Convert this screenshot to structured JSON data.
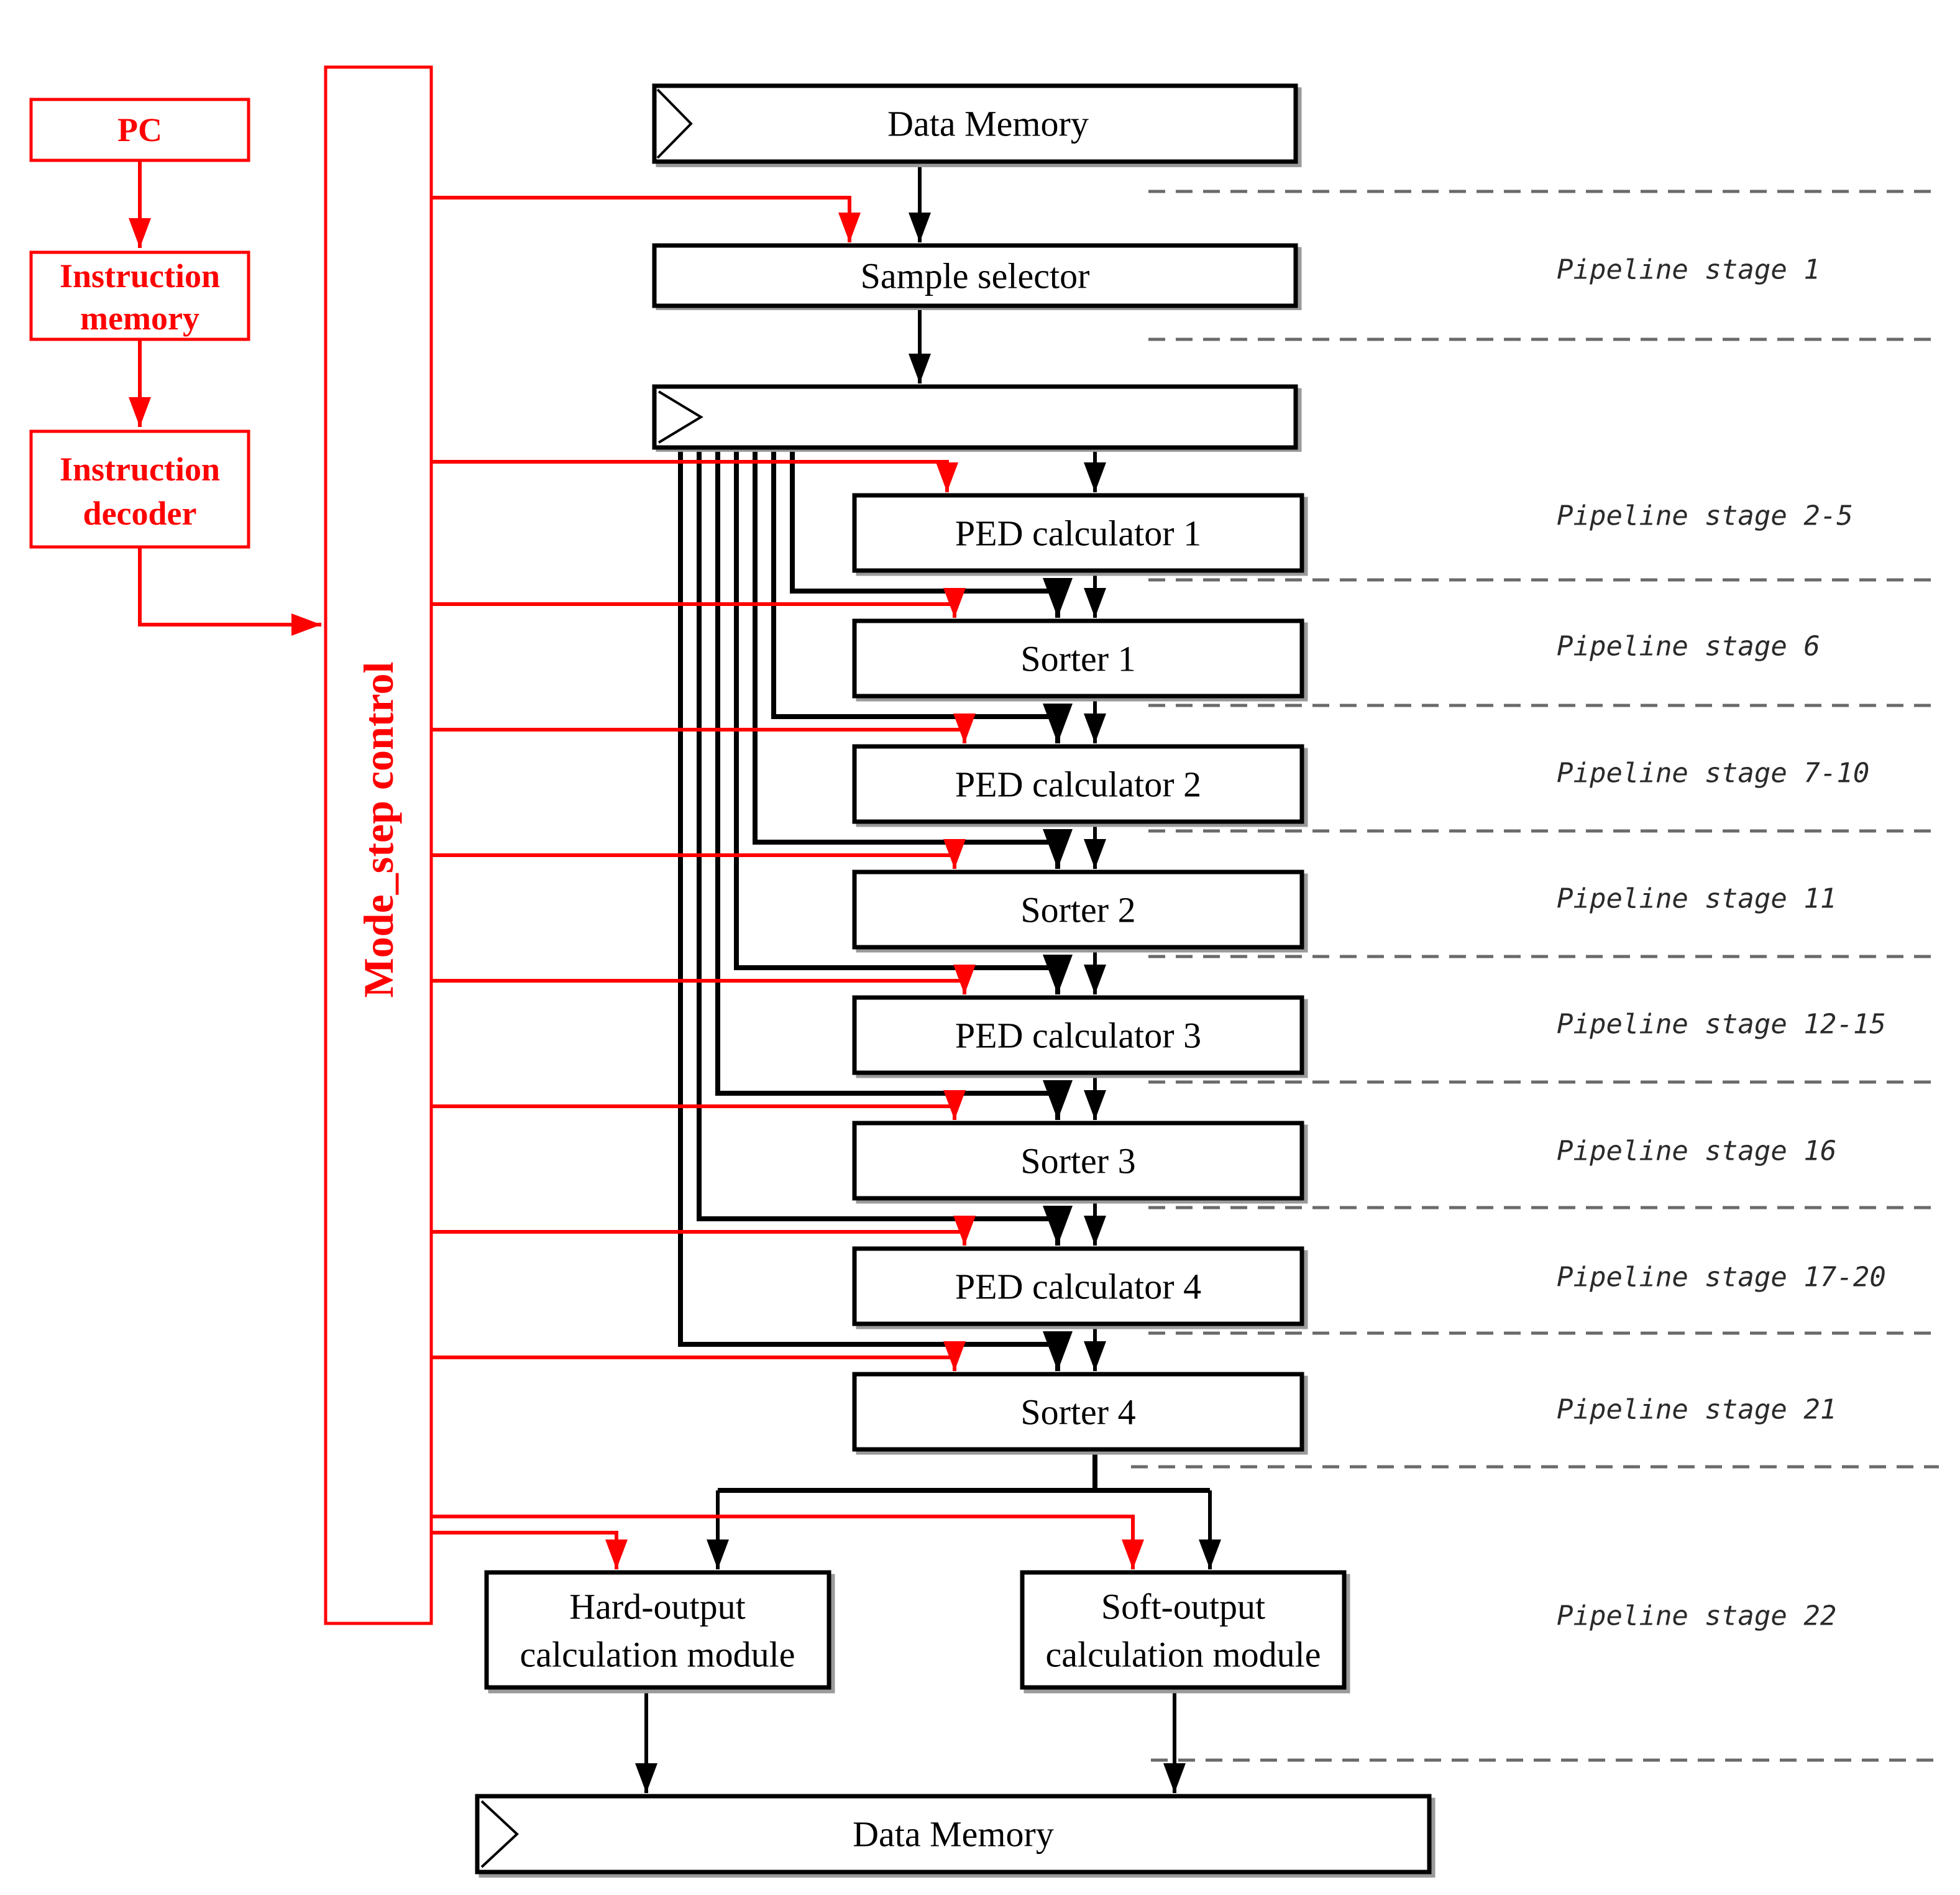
{
  "colors": {
    "control": "#ff0000",
    "datapath": "#000000",
    "divider": "#6a6a6a"
  },
  "controller": {
    "pc": "PC",
    "instruction_memory": [
      "Instruction",
      "memory"
    ],
    "instruction_decoder": [
      "Instruction",
      "decoder"
    ],
    "mode_step_control": "Mode_step control"
  },
  "datapath": {
    "data_memory_top": "Data Memory",
    "sample_selector": "Sample selector",
    "ped_calculator_1": "PED calculator 1",
    "sorter_1": "Sorter 1",
    "ped_calculator_2": "PED calculator 2",
    "sorter_2": "Sorter 2",
    "ped_calculator_3": "PED calculator 3",
    "sorter_3": "Sorter 3",
    "ped_calculator_4": "PED calculator 4",
    "sorter_4": "Sorter 4",
    "hard_output_module": [
      "Hard-output",
      "calculation module"
    ],
    "soft_output_module": [
      "Soft-output",
      "calculation module"
    ],
    "data_memory_bottom": "Data Memory"
  },
  "pipeline_stage_labels": [
    "Pipeline stage 1",
    "Pipeline stage 2-5",
    "Pipeline stage 6",
    "Pipeline stage 7-10",
    "Pipeline stage 11",
    "Pipeline stage 12-15",
    "Pipeline stage 16",
    "Pipeline stage 17-20",
    "Pipeline stage 21",
    "Pipeline stage 22"
  ]
}
